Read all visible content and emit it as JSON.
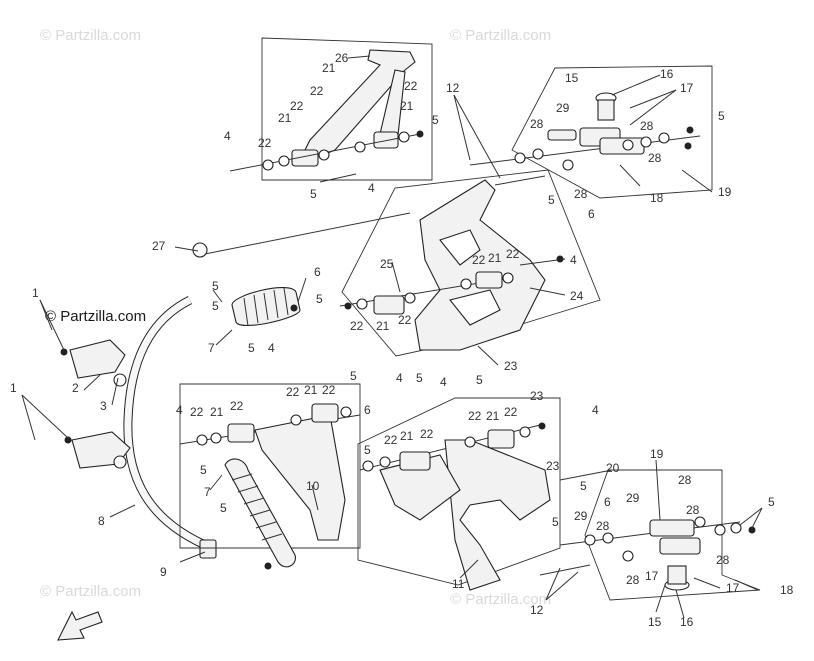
{
  "watermarks": {
    "top_left": "© Partzilla.com",
    "top_right": "© Partzilla.com",
    "bottom_left": "© Partzilla.com",
    "bottom_right": "© Partzilla.com"
  },
  "copyright": "© Partzilla.com",
  "part_numbers": {
    "n1": "1",
    "n2": "2",
    "n3": "3",
    "n4": "4",
    "n5": "5",
    "n6": "6",
    "n7": "7",
    "n8": "8",
    "n9": "9",
    "n10": "10",
    "n11": "11",
    "n12": "12",
    "n15": "15",
    "n16": "16",
    "n17": "17",
    "n18": "18",
    "n19": "19",
    "n20": "20",
    "n21": "21",
    "n22": "22",
    "n23": "23",
    "n24": "24",
    "n25": "25",
    "n26": "26",
    "n27": "27",
    "n28": "28",
    "n29": "29"
  }
}
